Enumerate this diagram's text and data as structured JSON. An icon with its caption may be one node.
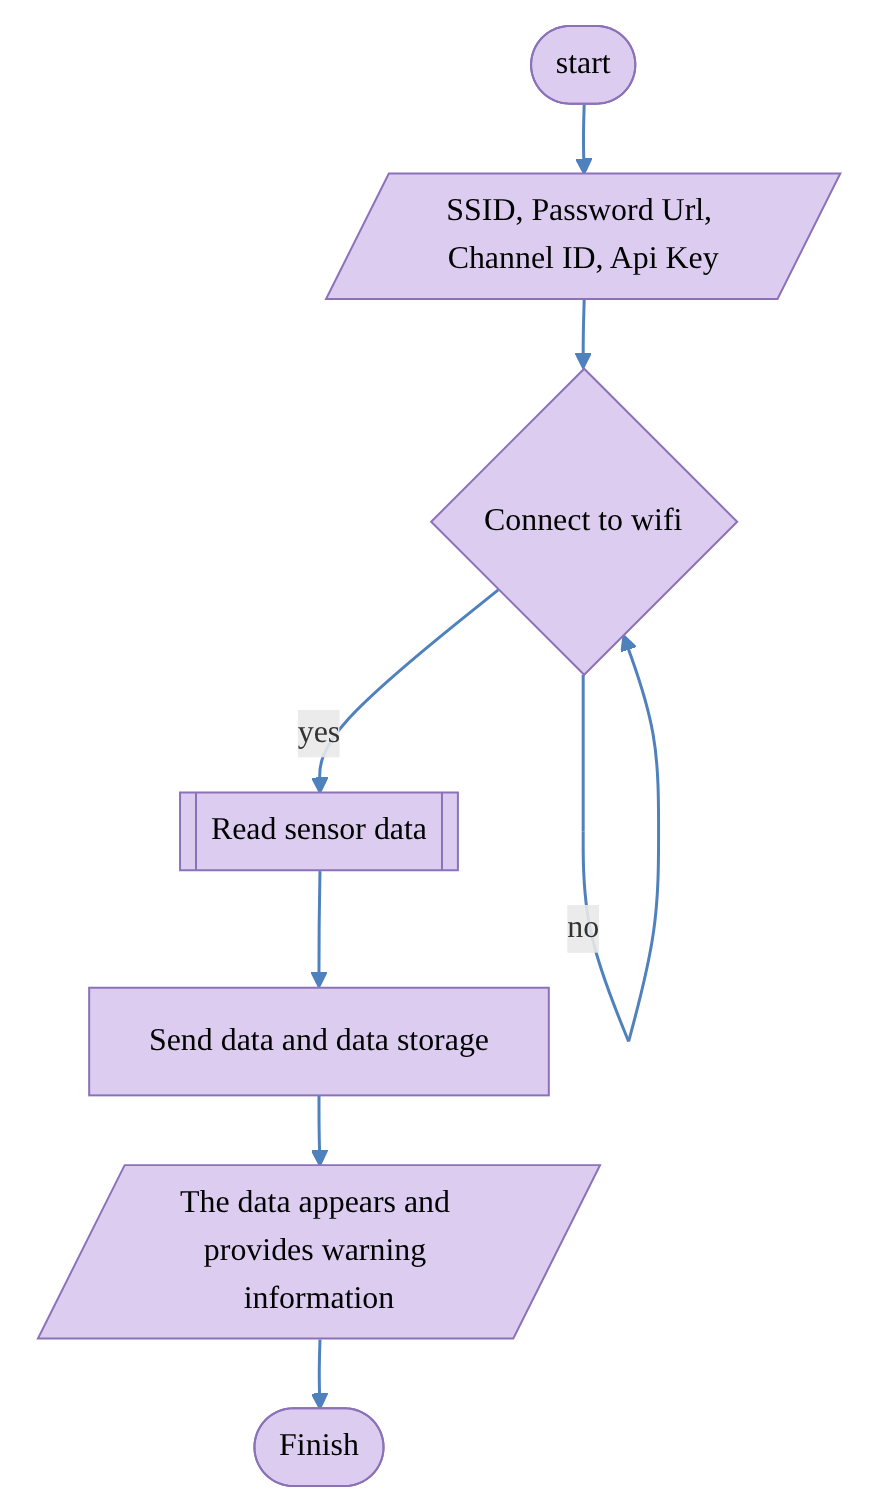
{
  "diagram": {
    "nodes": [
      {
        "text": [
          "start"
        ]
      },
      {
        "text": [
          "SSID, Password Url, Channel ID, Api Key"
        ]
      },
      {
        "text": [
          "Connect to wifi"
        ]
      },
      {
        "text": [
          "Read sensor data"
        ]
      },
      {
        "text": [
          "Send data and data storage"
        ]
      },
      {
        "text": [
          "The data appears and provides warning information"
        ]
      },
      {
        "text": [
          "Finish"
        ]
      }
    ],
    "edges": [
      {
        "from": 0,
        "to": 1,
        "arrow": "to"
      },
      {
        "from": 1,
        "to": 2,
        "arrow": "to"
      },
      {
        "from": 2,
        "to": 2,
        "arrow": "to",
        "label": "no"
      },
      {
        "from": 2,
        "to": 3,
        "arrow": "to",
        "label": "yes"
      },
      {
        "from": 3,
        "to": 4,
        "arrow": "to"
      },
      {
        "from": 4,
        "to": 5,
        "arrow": "to"
      },
      {
        "from": 5,
        "to": 6,
        "arrow": "to"
      }
    ]
  }
}
